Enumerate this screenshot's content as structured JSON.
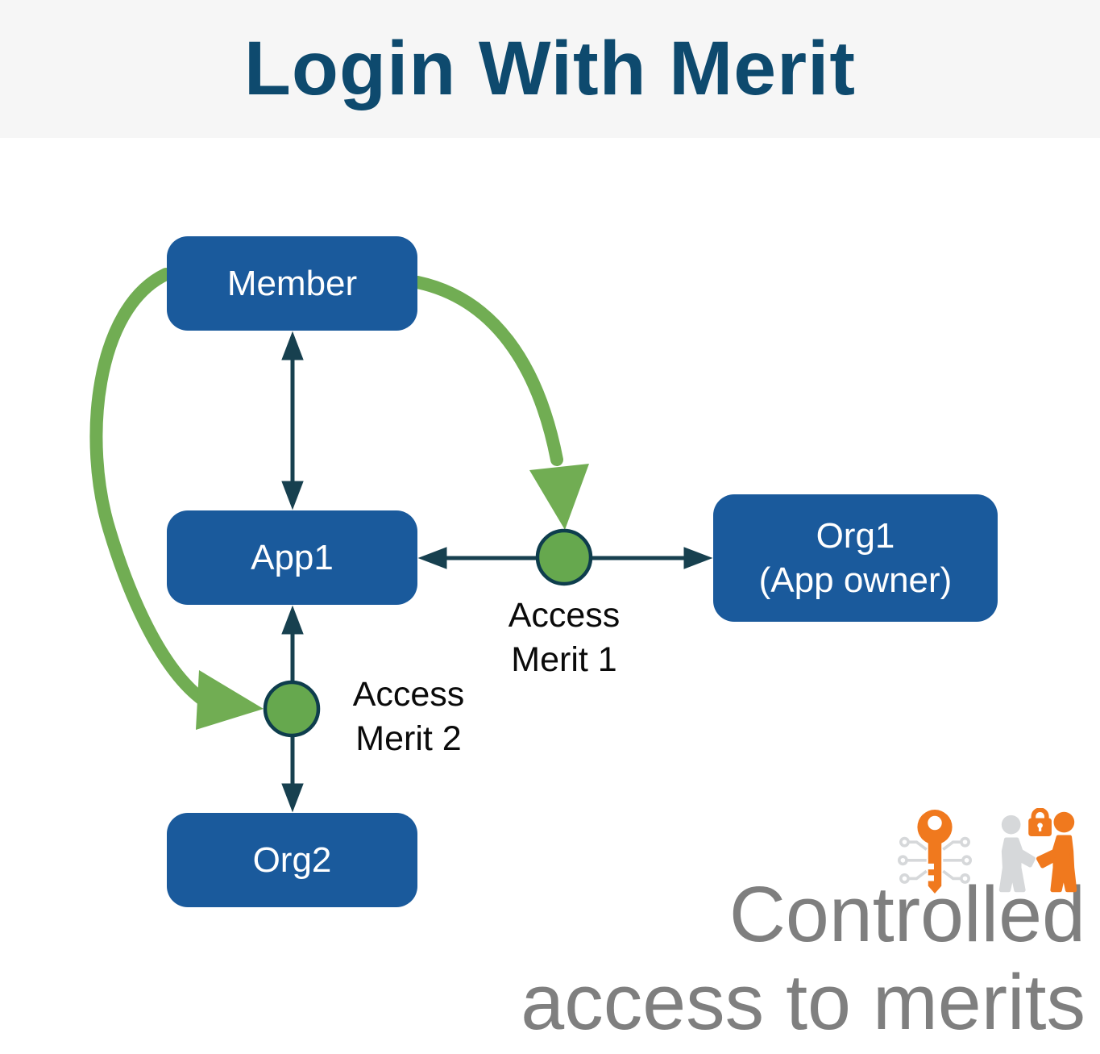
{
  "header": {
    "title": "Login With Merit"
  },
  "nodes": {
    "member": {
      "label": "Member"
    },
    "app1": {
      "label": "App1"
    },
    "org1": {
      "line1": "Org1",
      "line2": "(App owner)"
    },
    "org2": {
      "label": "Org2"
    }
  },
  "annotations": {
    "access_merit_1": {
      "line1": "Access",
      "line2": "Merit 1"
    },
    "access_merit_2": {
      "line1": "Access",
      "line2": "Merit 2"
    }
  },
  "edges": [
    {
      "from": "Member",
      "to": "App1",
      "style": "teal-double-arrow"
    },
    {
      "from": "App1",
      "to": "Org1 (App owner)",
      "style": "teal-double-arrow",
      "via": "Access Merit 1 circle"
    },
    {
      "from": "App1",
      "to": "Org2",
      "style": "teal-double-arrow",
      "via": "Access Merit 2 circle"
    },
    {
      "from": "Member",
      "to": "Access Merit 1 circle",
      "style": "green-curved-arrow"
    },
    {
      "from": "Member",
      "to": "Access Merit 2 circle",
      "style": "green-curved-arrow"
    }
  ],
  "tagline": {
    "line1": "Controlled",
    "line2": "access to merits"
  },
  "icons": {
    "key": "digital-key-icon",
    "handshake": "secure-handshake-icon"
  },
  "colors": {
    "header_bg": "#f6f6f6",
    "title_navy": "#0e4a6e",
    "node_blue": "#1a5a9c",
    "arrow_teal": "#17404f",
    "merit_green_fill": "#66a84e",
    "merit_green_arrow": "#71ad53",
    "tagline_gray": "#7f7f7f",
    "icon_orange": "#f0791e",
    "icon_gray": "#d6d8da",
    "annotation_black": "#0a0a0a"
  }
}
